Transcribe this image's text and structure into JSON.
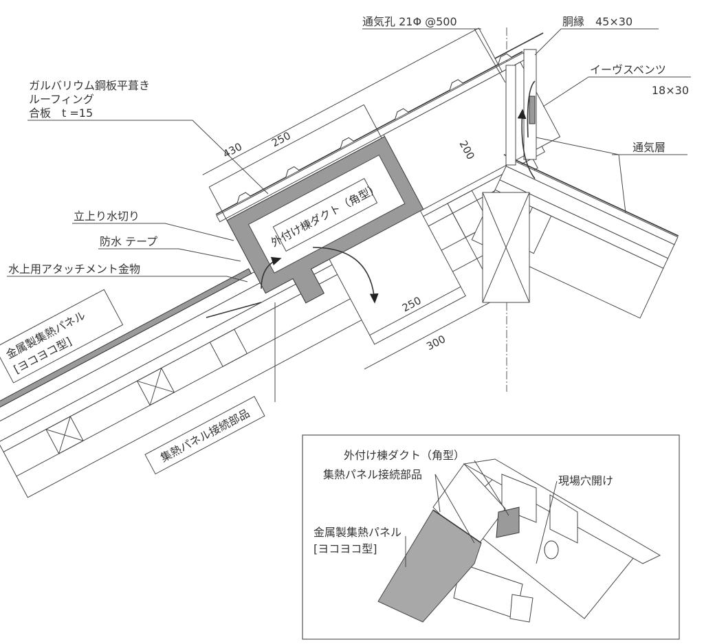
{
  "callouts": {
    "vent_hole": "通気孔 21Φ @500",
    "furring": "胴縁　45×30",
    "eaves_vents": "イーヴスベンツ",
    "eaves_vents_size": "18×30",
    "roofing1": "ガルバリウム鋼板平葺き",
    "roofing2": "ルーフィング",
    "roofing3": "合板　t =15",
    "vent_layer": "通気層",
    "upturn_flashing": "立上り水切り",
    "waterproof_tape": "防水 テープ",
    "attachment": "水上用アタッチメント金物"
  },
  "dimensions": {
    "d250_top": "250",
    "d430": "430",
    "d200": "200",
    "d250_bottom": "250",
    "d300": "300"
  },
  "boxes": {
    "duct": "外付け棟ダクト（角型）",
    "panel1": "金属製集熱パネル",
    "panel2": "[ヨコヨコ型]",
    "connector": "集熱パネル接続部品"
  },
  "inset": {
    "duct": "外付け棟ダクト（角型）",
    "connector": "集熱パネル接続部品",
    "hole": "現場穴開け",
    "panel1": "金属製集熱パネル",
    "panel2": "[ヨコヨコ型]"
  }
}
